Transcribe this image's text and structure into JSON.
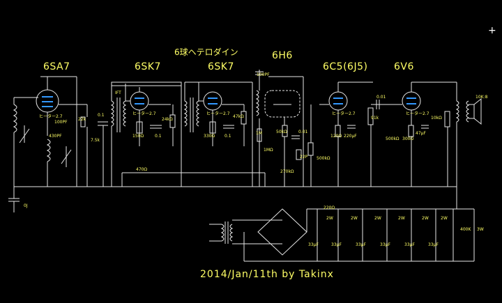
{
  "title": "6球ヘテロダイン",
  "tubes": [
    "6SA7",
    "6SK7",
    "6SK7",
    "6H6",
    "6C5(6J5)",
    "6V6"
  ],
  "signature": "2014/Jan/11th by    Takinx",
  "cursor_glyph": "+",
  "labels": {
    "c_100pf": "100PF",
    "c_430pf": "430PF",
    "r_22k": "22k",
    "c_01a": "0.1",
    "r_75k": "7.5k",
    "ift": "IFT",
    "r_150": "150Ω",
    "r_24k": "24kΩ",
    "c_01b": "0.1",
    "r_330": "330Ω",
    "r_47k": "47kΩ",
    "c_01c": "0.1",
    "r_470": "470Ω",
    "c_100pf2": "100PF",
    "r_1m": "1M",
    "r_50k": "50kΩ",
    "c_001": "0.01",
    "c_22p": "22P",
    "r_270k": "270kΩ",
    "vr_500k": "500kΩ",
    "r_1m2": "1MΩ",
    "r_120": "120Ω",
    "c_220": "220μF",
    "c_001b": "0.01",
    "r_91k": "91k",
    "r_500k": "500kΩ",
    "r_300": "300Ω",
    "c_47": "47μF",
    "r_10k": "10kΩ",
    "spk": "10K:8",
    "c_0j": "0J",
    "r_220": "220Ω",
    "w_2a": "2W",
    "w_2b": "2W",
    "w_2c": "2W",
    "w_2d": "2W",
    "w_2e": "2W",
    "w_2f": "2W",
    "r_400k": "400K",
    "w_3": "3W",
    "c_33a": "33μF",
    "c_33b": "33μF",
    "c_33c": "33μF",
    "c_33d": "33μF",
    "c_33e": "33μF",
    "c_33f": "33μF",
    "heater_1": "ヒーター2.7",
    "heater_2": "ヒーター2.7",
    "heater_3": "ヒーター2.7",
    "heater_4": "ヒーター2.7",
    "heater_5": "ヒーター2.7"
  },
  "colors": {
    "background": "#000000",
    "wire": "#e8e8e8",
    "text": "#ffff66",
    "tube_inner": "#3399ff",
    "cursor": "#ffffff"
  }
}
